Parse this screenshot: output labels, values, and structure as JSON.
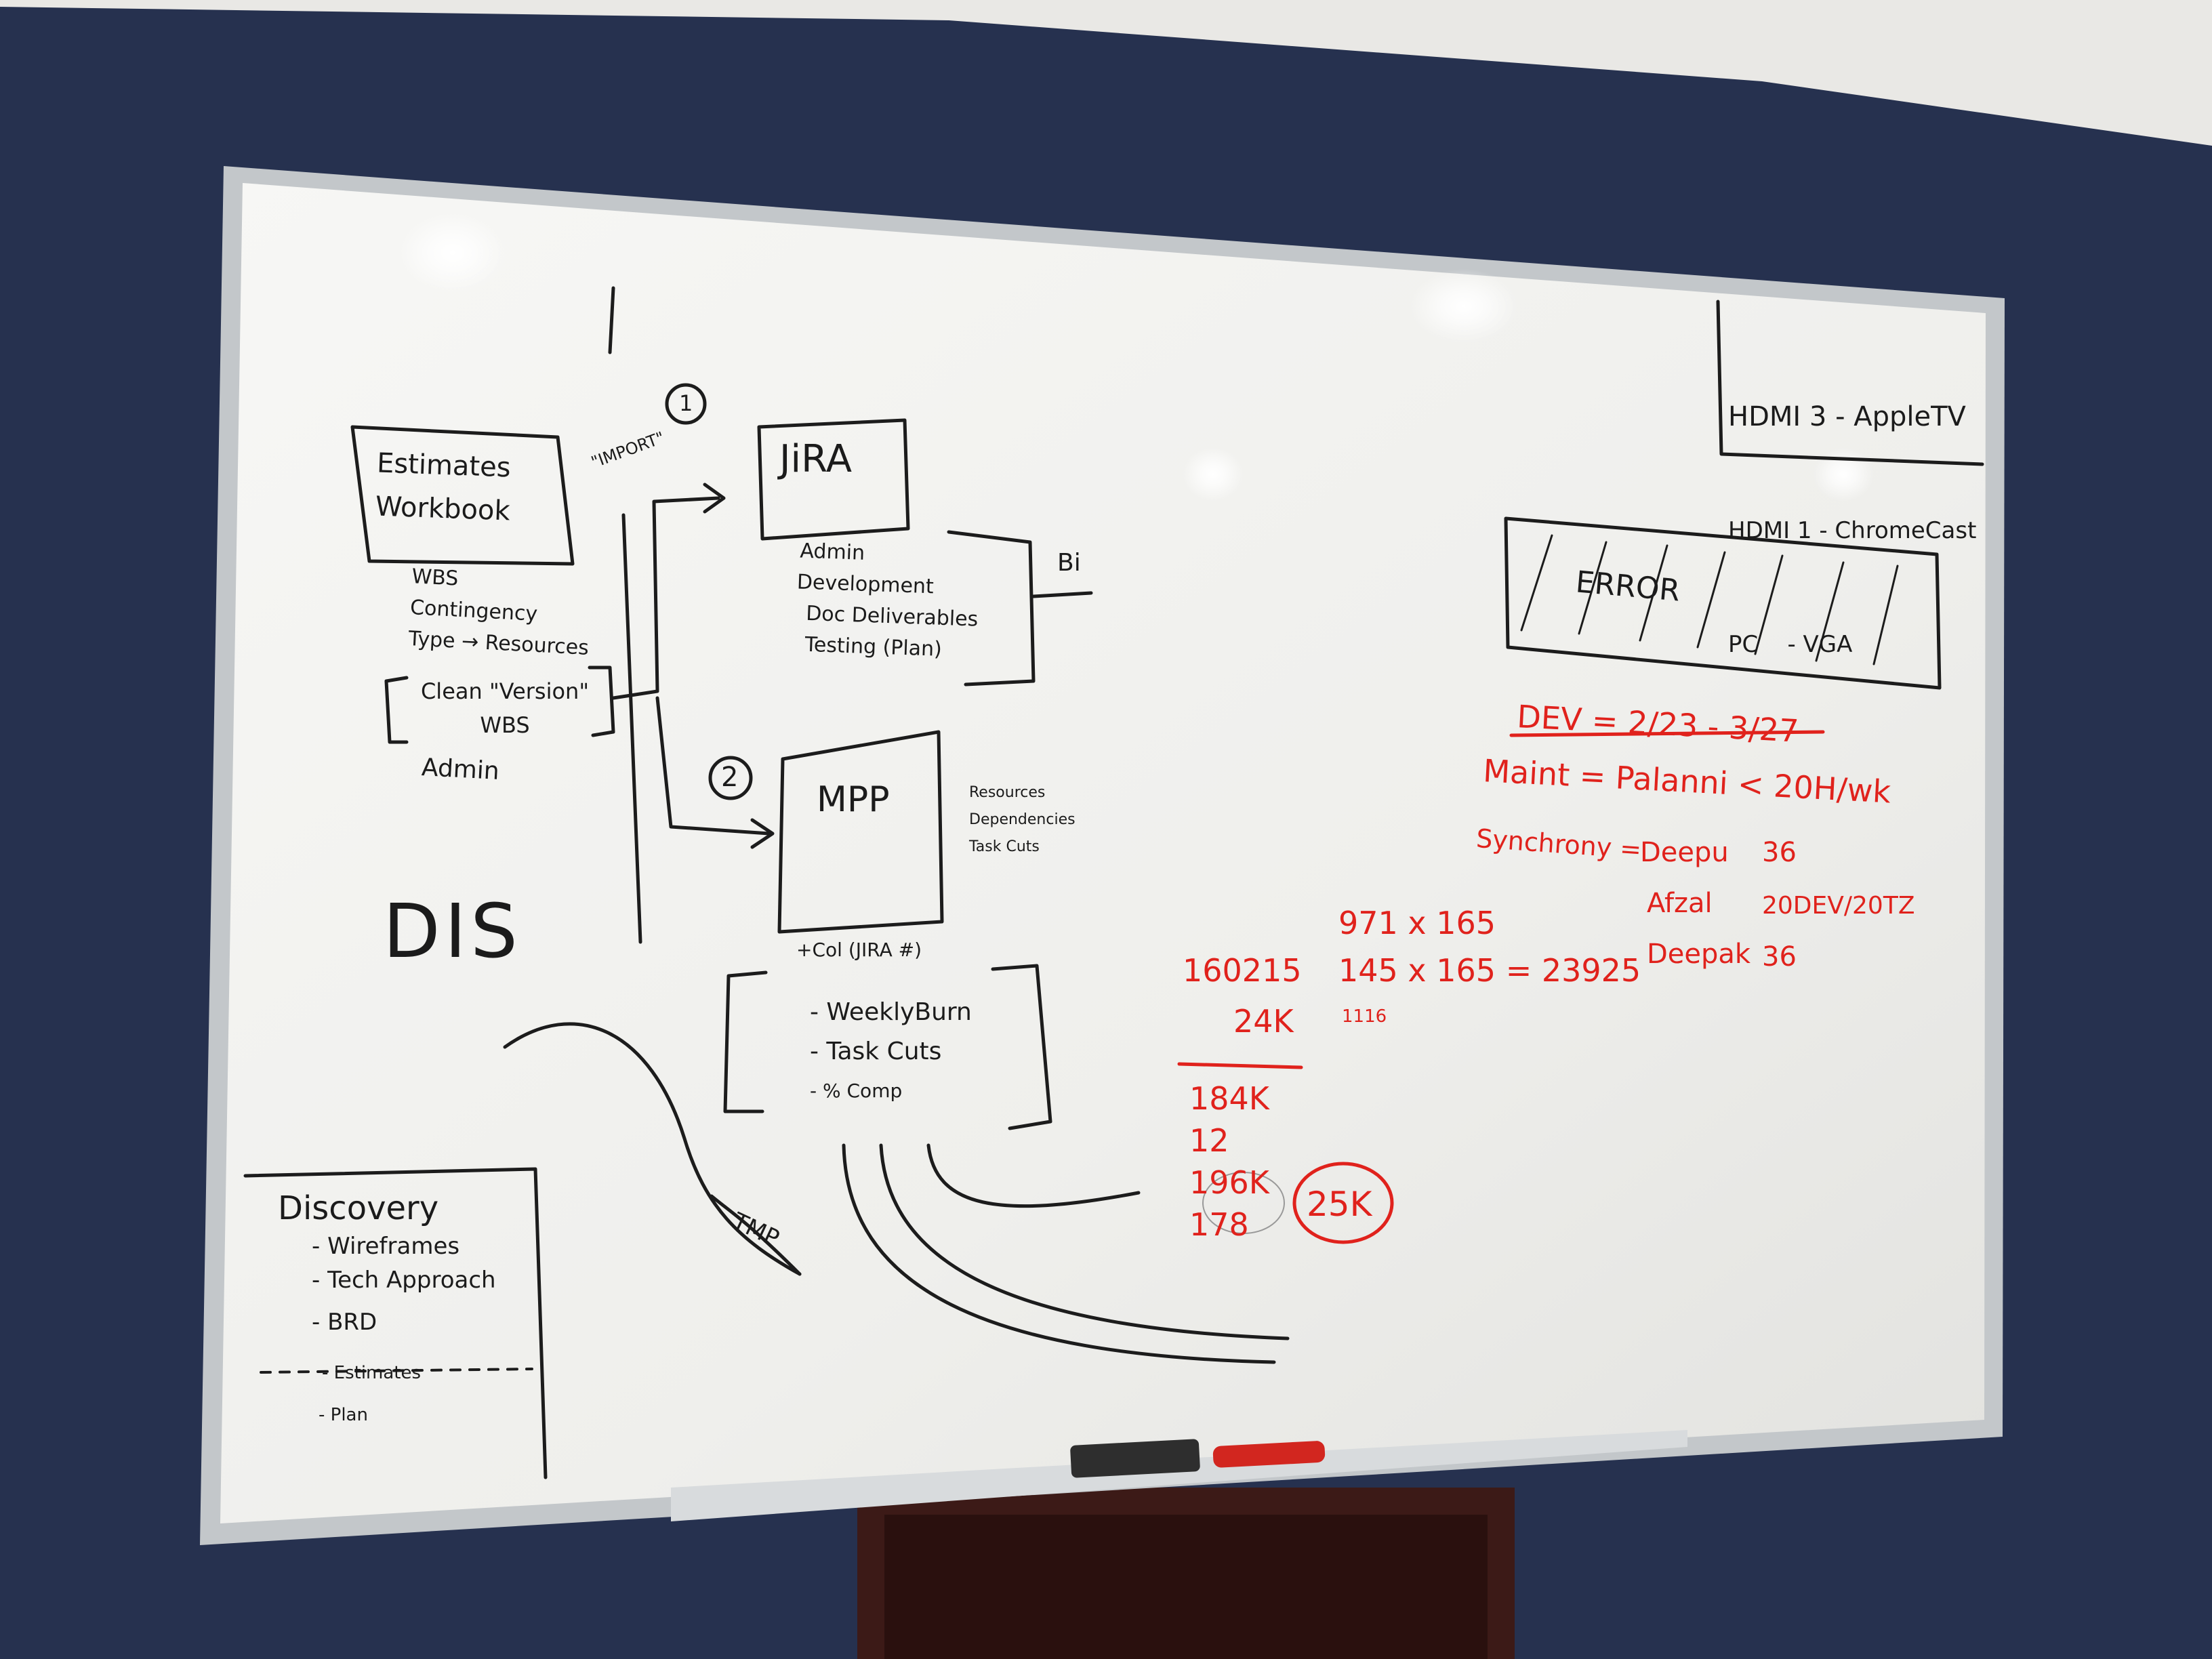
{
  "colors": {
    "wall": "#26314f",
    "board": "#f3f3f1",
    "frame": "#bfc3c6",
    "black_ink": "#1b1b1b",
    "red_ink": "#e0221c"
  },
  "left_flow": {
    "workbook_box": [
      "Estimates",
      "Workbook"
    ],
    "workbook_notes": [
      "WBS",
      "Contingency",
      "Type → Resources"
    ],
    "bracket_notes": [
      "Clean \"Version\"",
      "WBS"
    ],
    "admin": "Admin",
    "dis": "DIS",
    "import_label": "\"IMPORT\"",
    "step_one": "1",
    "step_two": "2"
  },
  "jira": {
    "box_label": "JiRA",
    "notes": [
      "Admin",
      "Development",
      "Doc Deliverables",
      "Testing (Plan)"
    ],
    "side_label": "Bi"
  },
  "mpp": {
    "box_label": "MPP",
    "notes": [
      "Resources",
      "Dependencies",
      "Task Cuts"
    ],
    "col_label": "+Col (JIRA #)"
  },
  "burn_box": [
    "- WeeklyBurn",
    "- Task Cuts",
    "- % Comp"
  ],
  "discovery": {
    "title": "Discovery",
    "items": [
      "- Wireframes",
      "- Tech Approach",
      "- BRD"
    ],
    "after_divider": [
      "- Estimates",
      "- Plan"
    ]
  },
  "arrow_label": "TMP",
  "hdmi_box": [
    "HDMI 3 - AppleTV",
    "HDMI 1 - ChromeCast",
    "PC    - VGA"
  ],
  "error_label": "ERROR",
  "schedule": {
    "dev": "DEV = 2/23 - 3/27",
    "maint": "Maint = Palanni < 20H/wk",
    "synchrony_label": "Synchrony =",
    "people": [
      {
        "name": "Deepu",
        "value": "36"
      },
      {
        "name": "Afzal",
        "value": "20DEV/20TZ"
      },
      {
        "name": "Deepak",
        "value": "36"
      }
    ]
  },
  "math": {
    "line1": "971 x 165",
    "line2": "145 x 165 = 23925",
    "line3": "1116",
    "left1": "160215",
    "left2": "24K",
    "col": [
      "184K",
      "12",
      "196K",
      "178"
    ],
    "circled": "25K"
  }
}
